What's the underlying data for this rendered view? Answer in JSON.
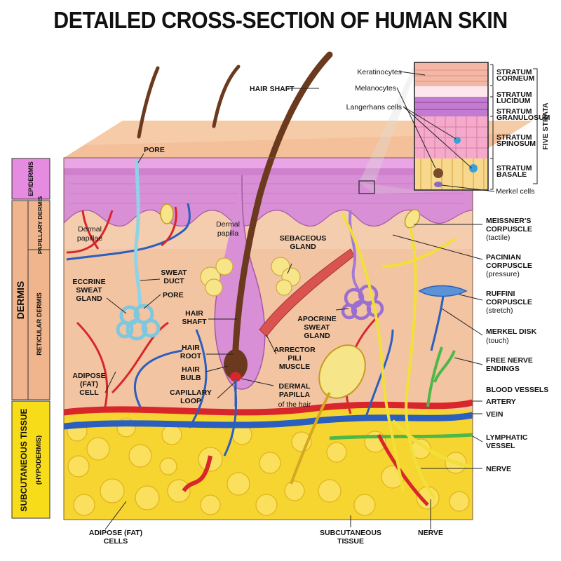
{
  "title": "DETAILED CROSS-SECTION OF HUMAN SKIN",
  "left_bands": {
    "epidermis": "EPIDERMIS",
    "papillary_dermis": "PAPILLARY DERMIS",
    "dermis": "DERMIS",
    "reticular_dermis": "RETICULAR DERMIS",
    "subcutaneous": "SUBCUTANEOUS TISSUE",
    "hypodermis": "(HYPODERMIS)"
  },
  "labels": {
    "pore_top": "PORE",
    "hair_shaft_top": "HAIR SHAFT",
    "dermal_papillae": [
      "Dermal",
      "papillae"
    ],
    "dermal_papilla": [
      "Dermal",
      "papilla"
    ],
    "sebaceous_gland": [
      "SEBACEOUS",
      "GLAND"
    ],
    "eccrine_sweat_gland": [
      "ECCRINE",
      "SWEAT",
      "GLAND"
    ],
    "sweat_duct": [
      "SWEAT",
      "DUCT"
    ],
    "pore_mid": "PORE",
    "hair_shaft_mid": [
      "HAIR",
      "SHAFT"
    ],
    "apocrine_sweat_gland": [
      "APOCRINE",
      "SWEAT",
      "GLAND"
    ],
    "hair_root": [
      "HAIR",
      "ROOT"
    ],
    "hair_bulb": [
      "HAIR",
      "BULB"
    ],
    "arrector_pili": [
      "ARRECTOR",
      "PILI",
      "MUSCLE"
    ],
    "adipose_cell": [
      "ADIPOSE",
      "(FAT)",
      "CELL"
    ],
    "capillary_loop": [
      "CAPILLARY",
      "LOOP"
    ],
    "dermal_papilla_hair": [
      "DERMAL",
      "PAPILLA"
    ],
    "of_the_hair": "of the hair",
    "adipose_cells_bottom": [
      "ADIPOSE (FAT)",
      "CELLS"
    ],
    "subcutaneous_tissue_bottom": [
      "SUBCUTANEOUS",
      "TISSUE"
    ],
    "nerve_bottom": "NERVE"
  },
  "inset": {
    "keratinocytes": "Keratinocytes",
    "melanocytes": "Melanocytes",
    "langerhans": "Langerhans cells",
    "merkel_cells": "Merkel cells",
    "strata": [
      [
        "STRATUM",
        "CORNEUM"
      ],
      [
        "STRATUM",
        "LUCIDUM"
      ],
      [
        "STRATUM",
        "GRANULOSUM"
      ],
      [
        "STRATUM",
        "SPINOSUM"
      ],
      [
        "STRATUM",
        "BASALE"
      ]
    ],
    "five_strata": "FIVE STRATA"
  },
  "right_labels": {
    "meissner": [
      "MEISSNER'S",
      "CORPUSCLE"
    ],
    "meissner_sub": "(tactile)",
    "pacinian": [
      "PACINIAN",
      "CORPUSCLE"
    ],
    "pacinian_sub": "(pressure)",
    "ruffini": [
      "RUFFINI",
      "CORPUSCLE"
    ],
    "ruffini_sub": "(stretch)",
    "merkel_disk": "MERKEL DISK",
    "merkel_disk_sub": "(touch)",
    "free_nerve": [
      "FREE NERVE",
      "ENDINGS"
    ],
    "blood_vessels": "BLOOD VESSELS",
    "artery": "ARTERY",
    "vein": "VEIN",
    "lymphatic": [
      "LYMPHATIC",
      "VESSEL"
    ],
    "nerve": "NERVE"
  },
  "colors": {
    "epidermis": "#d98fd6",
    "dermis": "#f2c4a2",
    "fat": "#f7d531",
    "artery": "#d8262b",
    "vein": "#2a5fbf",
    "nerve": "#f2e03a",
    "lymph": "#4db848",
    "hair": "#6b3a1e",
    "band_epidermis": "#e58be0",
    "band_dermis": "#f0b58c",
    "band_subcutaneous": "#f7dc1a"
  }
}
